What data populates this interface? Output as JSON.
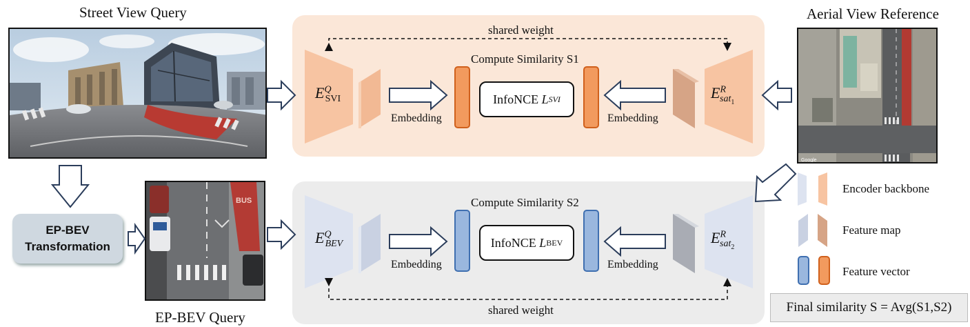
{
  "labels": {
    "street_view_query": "Street View Query",
    "aerial_view_reference": "Aerial View Reference",
    "ep_bev_query": "EP-BEV Query",
    "shared_weight_top": "shared weight",
    "shared_weight_bottom": "shared weight",
    "compute_similarity_s1": "Compute Similarity S1",
    "compute_similarity_s2": "Compute Similarity S2",
    "embedding": "Embedding",
    "infonce": "InfoNCE",
    "loss_svi_sub": "SVI",
    "loss_bev_sub": "BEV",
    "loss_symbol": "L",
    "transformation_line1": "EP-BEV",
    "transformation_line2": "Transformation",
    "final_similarity": "Final similarity S = Avg(S1,S2)"
  },
  "encoders": {
    "top_left": {
      "symbol": "E",
      "sup": "Q",
      "sub": "SVI"
    },
    "top_right": {
      "symbol": "E",
      "sup": "R",
      "sub": "sat",
      "sub2": "1"
    },
    "bottom_left": {
      "symbol": "E",
      "sup": "Q",
      "sub": "BEV"
    },
    "bottom_right": {
      "symbol": "E",
      "sup": "R",
      "sub": "sat",
      "sub2": "2"
    }
  },
  "legend": {
    "encoder_backbone": "Encoder backbone",
    "feature_map": "Feature map",
    "feature_vector": "Feature vector"
  },
  "colors": {
    "orange_panel": "#fbe7d8",
    "gray_panel": "#ececec",
    "orange_encoder": "#f7c4a2",
    "blue_encoder": "#dde3f0",
    "orange_vector": "#f29a5e",
    "blue_vector": "#9ab7de",
    "vector_border_orange": "#d0601c",
    "vector_border_blue": "#3f6fb0"
  },
  "photos": {
    "watermark": "Google",
    "bus_marking": "BUS"
  }
}
